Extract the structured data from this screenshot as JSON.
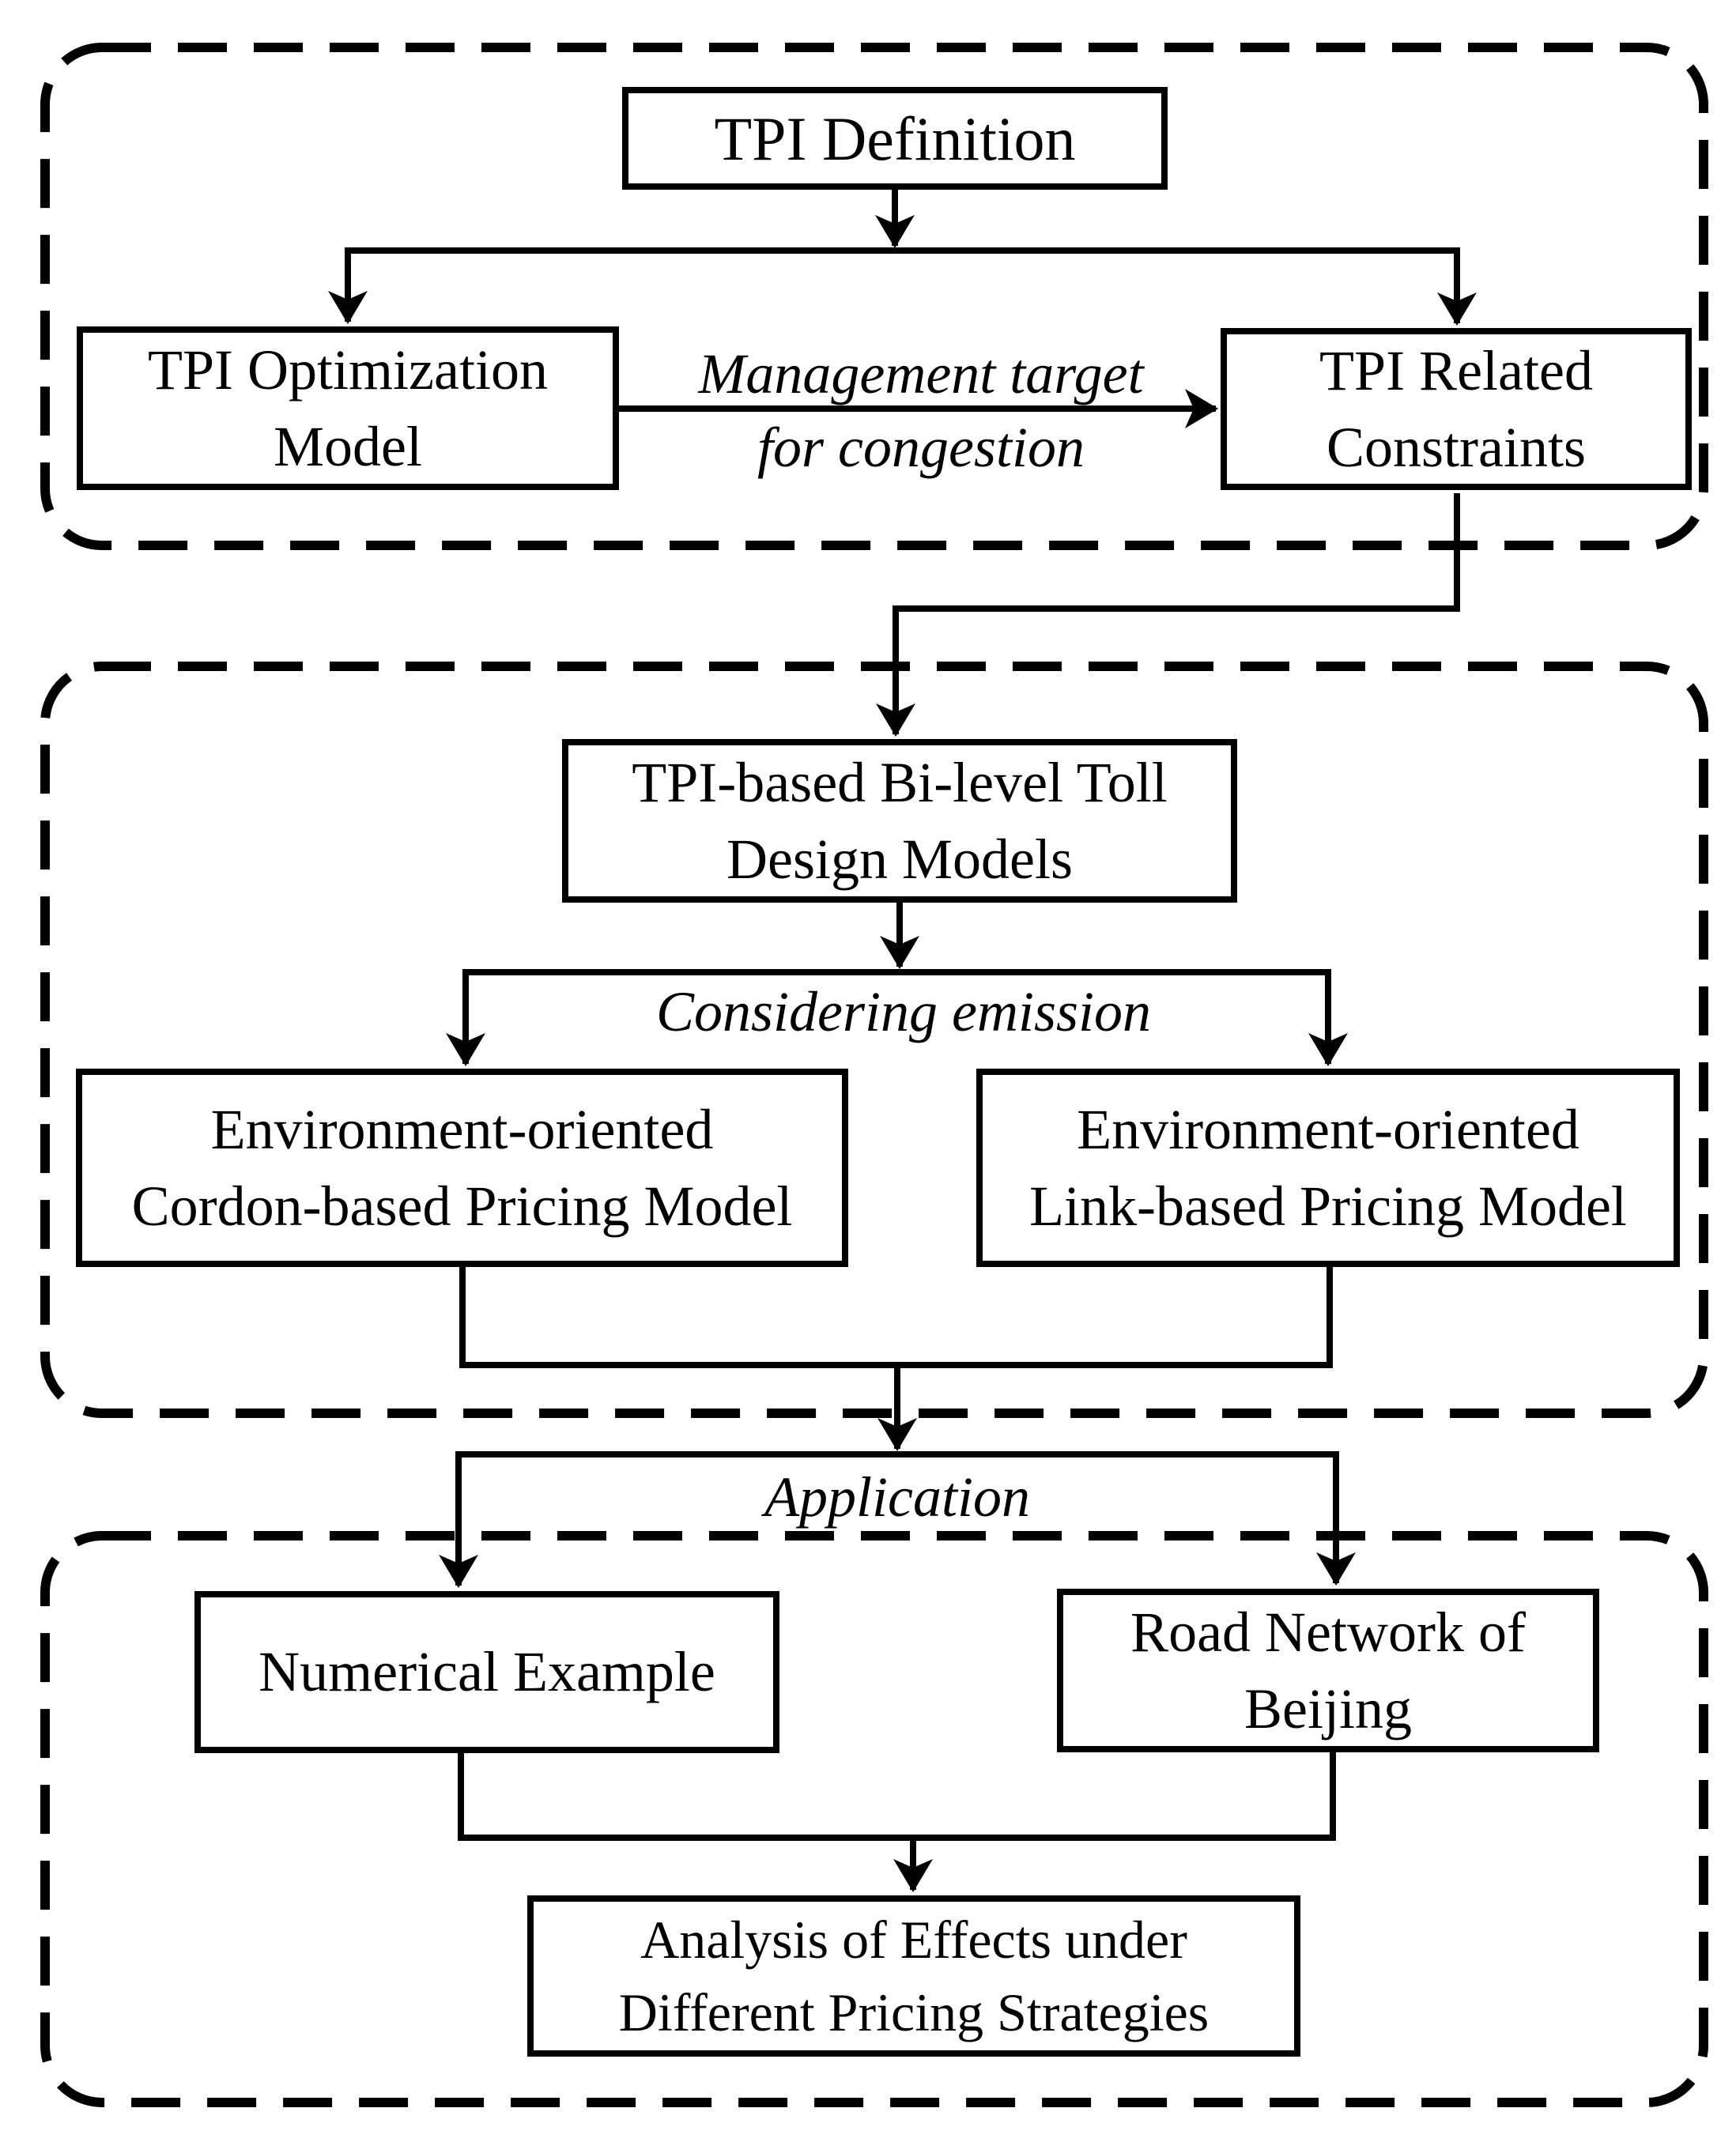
{
  "diagram": {
    "colors": {
      "ink": "#000000",
      "paper": "#ffffff"
    },
    "boxes": {
      "tpi_definition": {
        "lines": [
          "TPI Definition"
        ]
      },
      "tpi_optimization": {
        "lines": [
          "TPI Optimization",
          "Model"
        ]
      },
      "tpi_related": {
        "lines": [
          "TPI Related",
          "Constraints"
        ]
      },
      "tpi_based": {
        "lines": [
          "TPI-based Bi-level Toll",
          "Design Models"
        ]
      },
      "env_cordon": {
        "lines": [
          "Environment-oriented",
          "Cordon-based Pricing Model"
        ]
      },
      "env_link": {
        "lines": [
          "Environment-oriented",
          "Link-based Pricing Model"
        ]
      },
      "numerical": {
        "lines": [
          "Numerical Example"
        ]
      },
      "road_network": {
        "lines": [
          "Road Network of",
          "Beijing"
        ]
      },
      "analysis": {
        "lines": [
          "Analysis of Effects under",
          "Different Pricing Strategies"
        ]
      }
    },
    "edge_labels": {
      "management": {
        "lines": [
          "Management target",
          "for congestion"
        ]
      },
      "considering": {
        "lines": [
          "Considering emission"
        ]
      },
      "application": {
        "lines": [
          "Application"
        ]
      }
    }
  }
}
